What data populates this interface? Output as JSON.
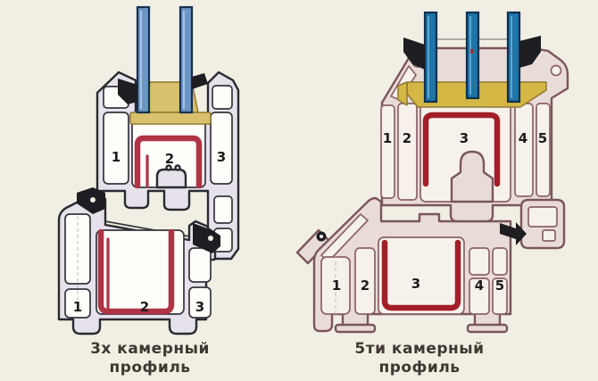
{
  "left_profile": {
    "caption": {
      "line1": "3х камерный",
      "line2": "профиль"
    },
    "sash_chambers": {
      "c1": "1",
      "c2": "2",
      "c3": "3"
    },
    "frame_chambers": {
      "c1": "1",
      "c2": "2",
      "c3": "3"
    }
  },
  "right_profile": {
    "caption": {
      "line1": "5ти камерный",
      "line2": "профиль"
    },
    "sash_chambers": {
      "c1": "1",
      "c2": "2",
      "c3": "3",
      "c4": "4",
      "c5": "5"
    },
    "frame_chambers": {
      "c1": "1",
      "c2": "2",
      "c3": "3",
      "c4": "4",
      "c5": "5"
    }
  },
  "colors": {
    "background": "#f1eee3",
    "left_pvc_outline": "#2b2a30",
    "left_pvc_wall": "#e6e1eb",
    "right_pvc_outline": "#7a565c",
    "right_pvc_wall": "#e9dcd8",
    "steel_reinforcement_red": "#a82832",
    "glazing_bead_gold": "#d5b745",
    "glass_left_blue": "#6b96c6",
    "glass_right_blue": "#1f74a8",
    "gasket_black": "#1d1d22"
  }
}
